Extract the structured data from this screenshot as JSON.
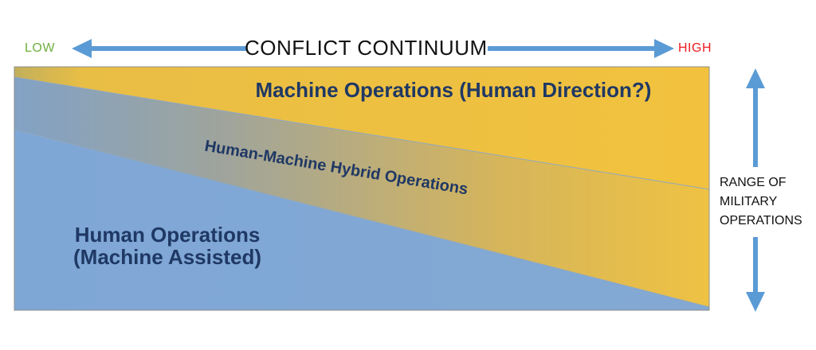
{
  "header": {
    "title": "CONFLICT CONTINUUM",
    "low": "LOW",
    "high": "HIGH"
  },
  "continuum": {
    "machine_label": "Machine Operations (Human Direction?)",
    "hybrid_label": "Human-Machine Hybrid Operations",
    "human_line1": "Human Operations",
    "human_line2": "(Machine Assisted)"
  },
  "right_axis": {
    "line1": "RANGE OF",
    "line2": "MILITARY",
    "line3": "OPERATIONS"
  },
  "colors": {
    "arrow_blue": "#5B9BD5",
    "band_yellow": "#F2C23E",
    "band_blue": "#7FA7D6",
    "label_navy": "#1F3864",
    "low_green": "#6FAF3F",
    "high_red": "#EE1B24",
    "title_black": "#111111"
  }
}
